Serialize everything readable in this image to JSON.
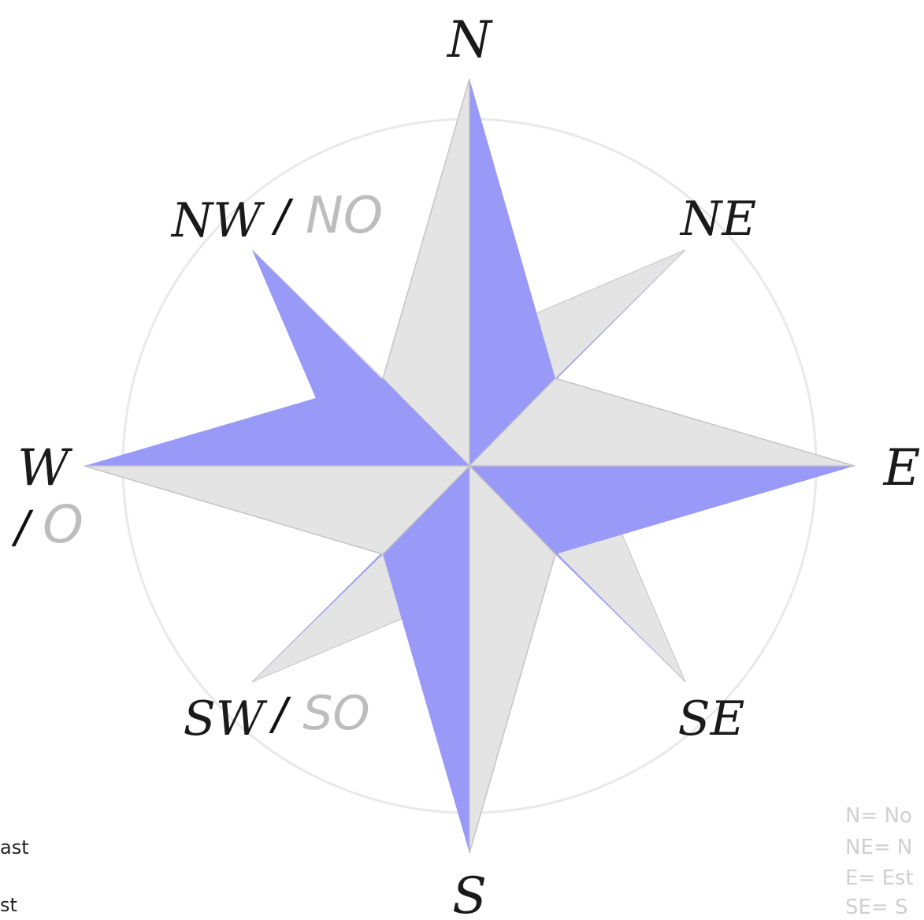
{
  "colors": {
    "blue": "#9999f8",
    "grey": "#e4e4e4",
    "outline": "#c4c4c4",
    "ring": "#e9e9e9",
    "alt_text": "#bdbdbd"
  },
  "labels": {
    "north": "N",
    "northeast": "NE",
    "east": "E",
    "southeast": "SE",
    "south": "S",
    "southwest": "SW",
    "southwest_alt": "SO",
    "west": "W",
    "west_alt": "O",
    "northwest": "NW",
    "northwest_alt": "NO",
    "slash": "/"
  },
  "legend_right": [
    "N= No",
    "NE= N",
    "E= Est",
    "SE= S"
  ],
  "legend_left": [
    "ast",
    "st"
  ]
}
